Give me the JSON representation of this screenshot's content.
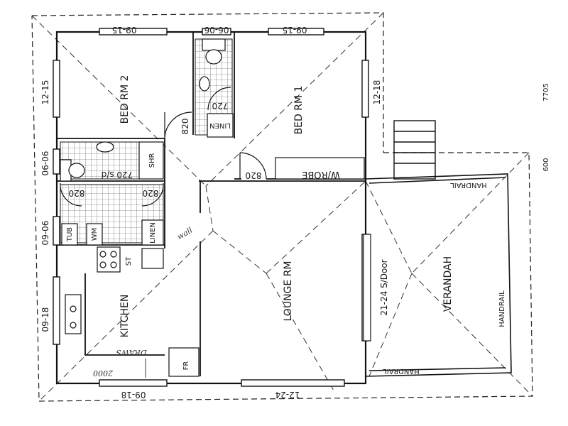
{
  "plan": {
    "rooms": {
      "bed2": "BED RM 2",
      "bed1": "BED RM 1",
      "lounge": "LOUNGE RM",
      "kitchen": "KITCHEN",
      "verandah": "VERANDAH"
    },
    "fixtures": {
      "wrobe": "W/ROBE",
      "linen_upper": "LINEN",
      "linen_lower": "LINEN",
      "shr": "SHR",
      "tub": "TUB",
      "wm": "WM",
      "st": "ST",
      "fr": "FR",
      "handrail_top": "HANDRAIL",
      "handrail_right": "HANDRAIL",
      "handrail_bottom": "HANDRAIL",
      "sliding_door": "21-24 S/Door"
    },
    "dimensions": {
      "bed2_window": "09-15",
      "toilet_window": "06-06",
      "bed1_window": "09-15",
      "bed2_side": "12-15",
      "bed1_side": "12-18",
      "bath_side_a": "06-06",
      "laundry_side": "09-06",
      "kitchen_side": "09-18",
      "kitchen_bottom": "09-18",
      "lounge_bottom": "12-24"
    },
    "doors": {
      "d1": "820",
      "d2": "720",
      "d3": "820",
      "d4": "720 s/d",
      "d5": "820",
      "d6": "820"
    },
    "handwritten": {
      "draws": "DRAWS",
      "number": "2000",
      "note": "wall"
    },
    "margin_marks": {
      "m1": "7705",
      "m2": "600"
    }
  }
}
